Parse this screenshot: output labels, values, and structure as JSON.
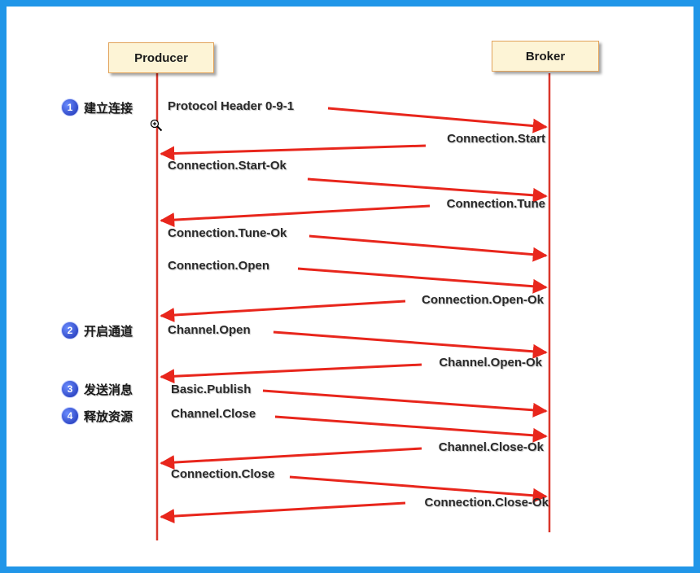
{
  "actors": {
    "producer": "Producer",
    "broker": "Broker"
  },
  "steps": [
    {
      "num": "1",
      "label": "建立连接"
    },
    {
      "num": "2",
      "label": "开启通道"
    },
    {
      "num": "3",
      "label": "发送消息"
    },
    {
      "num": "4",
      "label": "释放资源"
    }
  ],
  "messages": [
    {
      "label": "Protocol Header 0-9-1",
      "direction": "to-broker"
    },
    {
      "label": "Connection.Start",
      "direction": "to-producer"
    },
    {
      "label": "Connection.Start-Ok",
      "direction": "to-broker"
    },
    {
      "label": "Connection.Tune",
      "direction": "to-producer"
    },
    {
      "label": "Connection.Tune-Ok",
      "direction": "to-broker"
    },
    {
      "label": "Connection.Open",
      "direction": "to-broker"
    },
    {
      "label": "Connection.Open-Ok",
      "direction": "to-producer"
    },
    {
      "label": "Channel.Open",
      "direction": "to-broker"
    },
    {
      "label": "Channel.Open-Ok",
      "direction": "to-producer"
    },
    {
      "label": "Basic.Publish",
      "direction": "to-broker"
    },
    {
      "label": "Channel.Close",
      "direction": "to-broker"
    },
    {
      "label": "Channel.Close-Ok",
      "direction": "to-producer"
    },
    {
      "label": "Connection.Close",
      "direction": "to-broker"
    },
    {
      "label": "Connection.Close-Ok",
      "direction": "to-producer"
    }
  ],
  "colors": {
    "arrow": "#e8261c",
    "lifeline": "#d9362b",
    "frame": "#2196e8"
  }
}
